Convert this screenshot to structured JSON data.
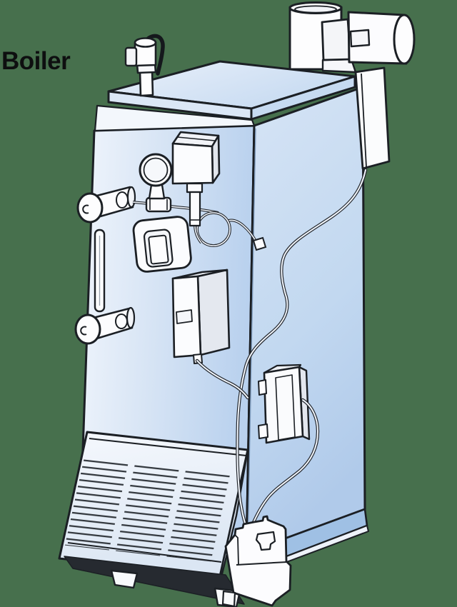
{
  "label": {
    "text": "Boiler"
  },
  "diagram": {
    "type": "technical-illustration",
    "subject": "gas-fired hot water boiler, three-quarter cutaway view",
    "parts": [
      "pressure-relief-valve",
      "flue-pipe",
      "draft-inducer-motor",
      "mounting-plate",
      "boiler-jacket",
      "jacket-lid",
      "supply-tapping",
      "return-tapping",
      "gauge-glass",
      "pressure-gauge",
      "pressuretrol-control",
      "capillary-loop",
      "switch-plate",
      "transformer",
      "junction-box",
      "louver-panel",
      "gas-valve",
      "control-cables",
      "feet"
    ]
  },
  "colors": {
    "background": "#47704d",
    "outline": "#1b1f24",
    "jacket_blue_light": "#eff4fb",
    "jacket_blue": "#c8dcf2",
    "jacket_blue_deep": "#b3cdeb",
    "skirt_blue": "#9fc0e4",
    "component_white": "#fcfcfe",
    "component_shade": "#e4e8ef",
    "shadow_dark": "#262a30"
  }
}
